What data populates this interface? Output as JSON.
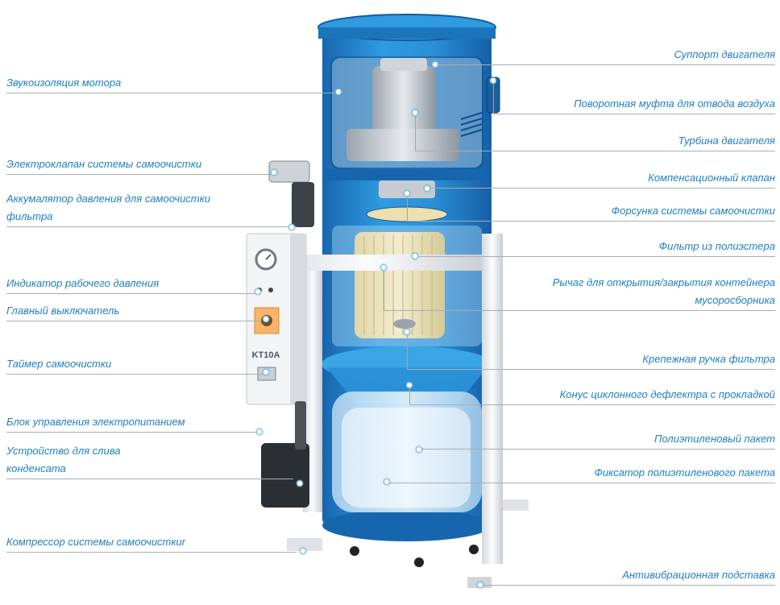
{
  "colors": {
    "accent": "#1d7fc0",
    "body_blue": "#2b8fd6",
    "body_dark": "#1565a8",
    "frame": "#eef0f2"
  },
  "labels": {
    "left": [
      {
        "id": "sound-insulation",
        "text": "Звукоизоляция мотора"
      },
      {
        "id": "solenoid-valve",
        "text": "Электроклапан системы самоочистки"
      },
      {
        "id": "pressure-accumulator",
        "lines": [
          "Аккумалятор давления для самоочистки",
          "фильтра"
        ]
      },
      {
        "id": "pressure-indicator",
        "text": "Индикатор рабочего давления"
      },
      {
        "id": "main-switch",
        "text": "Главный выключатель"
      },
      {
        "id": "timer",
        "text": "Таймер самоочистки"
      },
      {
        "id": "power-control",
        "text": "Блок управления электропитанием"
      },
      {
        "id": "drain-device",
        "lines": [
          "Устройство для слива",
          "конденсата"
        ]
      },
      {
        "id": "compressor",
        "text": "Компрессор системы самоочисткиr"
      }
    ],
    "right": [
      {
        "id": "motor-support",
        "text": "Суппорт двигателя"
      },
      {
        "id": "rotary-coupling",
        "text": "Поворотная муфта для отвода воздуха"
      },
      {
        "id": "motor-turbine",
        "text": "Турбина двигателя"
      },
      {
        "id": "compensation-valve",
        "text": "Компенсационный клапан"
      },
      {
        "id": "nozzle",
        "text": "Форсунка системы самоочистки"
      },
      {
        "id": "polyester-filter",
        "text": "Фильтр из полиэстера"
      },
      {
        "id": "lever",
        "lines": [
          "Рычаг для открытия/закрытия контейнера",
          "мусоросборника"
        ]
      },
      {
        "id": "filter-handle",
        "text": "Крепежная ручка фильтра"
      },
      {
        "id": "cyclone-cone",
        "text": "Конус циклонного дефлектра с прокладкой"
      },
      {
        "id": "poly-bag",
        "text": "Полиэтиленовый пакет"
      },
      {
        "id": "bag-fixer",
        "text": "Фиксатор полиэтиленового пакета"
      },
      {
        "id": "antivibration-stand",
        "text": "Антивибрационная подставка"
      }
    ]
  },
  "panel": {
    "model": "KT10A"
  }
}
